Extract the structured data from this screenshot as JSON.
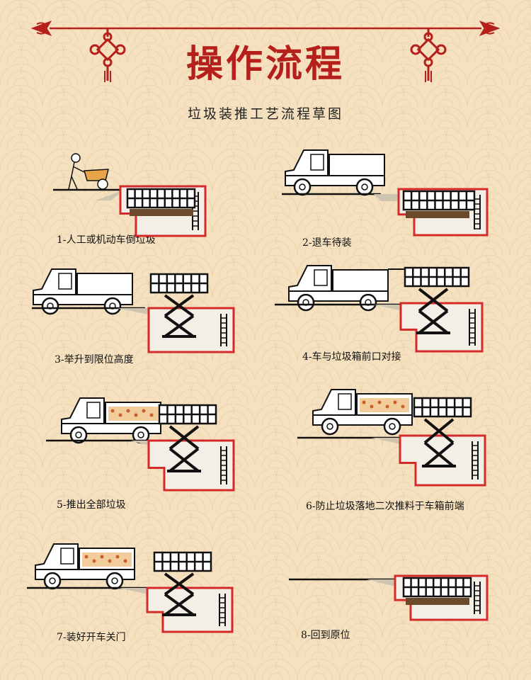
{
  "header": {
    "title": "操作流程",
    "subtitle": "垃圾装推工艺流程草图"
  },
  "steps": [
    {
      "label": "1-人工或机动车倒垃圾"
    },
    {
      "label": "2-退车待装"
    },
    {
      "label": "3-举升到限位高度"
    },
    {
      "label": "4-车与垃圾箱前口对接"
    },
    {
      "label": "5-推出全部垃圾"
    },
    {
      "label": "6-防止垃圾落地二次推料于车箱前端"
    },
    {
      "label": "7-装好开车关门"
    },
    {
      "label": "8-回到原位"
    }
  ],
  "colors": {
    "accent": "#b5201c",
    "pit": "#d42a2a",
    "ink": "#111111",
    "background": "#f5e1bf",
    "cargo": "#e8a448"
  }
}
